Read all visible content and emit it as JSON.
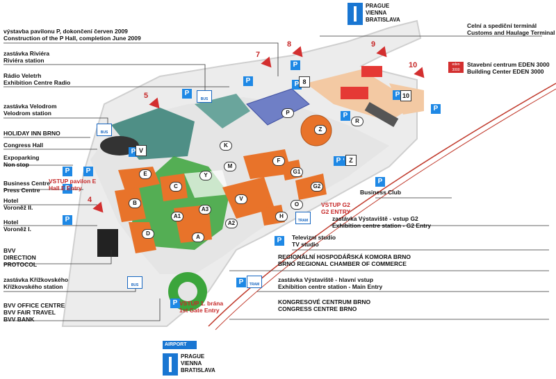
{
  "highway_top": {
    "line1": "PRAGUE",
    "line2": "VIENNA",
    "line3": "BRATISLAVA"
  },
  "highway_bottom": {
    "line1": "PRAGUE",
    "line2": "VIENNA",
    "line3": "BRATISLAVA"
  },
  "airport": "AIRPORT",
  "left_labels": {
    "p_hall": {
      "line1": "výstavba pavilonu P, dokončení červen 2009",
      "line2": "Construction of the P Hall, completion June 2009"
    },
    "riviera": {
      "line1": "zastávka Riviéra",
      "line2": "Riviéra station"
    },
    "radio": {
      "line1": "Rádio Veletrh",
      "line2": "Exhibition Centre Radio"
    },
    "velodrom": {
      "line1": "zastávka Velodrom",
      "line2": "Velodrom station"
    },
    "holiday_inn": "HOLIDAY INN BRNO",
    "congress_hall": "Congress Hall",
    "expoparking": {
      "line1": "Expoparking",
      "line2": "Non stop"
    },
    "business_centre": {
      "line1": "Business Centre",
      "line2": "Press Centre"
    },
    "voronez2": {
      "line1": "Hotel",
      "line2": "Voroněž II."
    },
    "voronez1": {
      "line1": "Hotel",
      "line2": "Voroněž I."
    },
    "direction": {
      "line1": "BVV",
      "line2": "DIRECTION",
      "line3": "PROTOCOL"
    },
    "krizkovskeho": {
      "line1": "zastávka Křížkovského",
      "line2": "Křížkovského station"
    },
    "office_centre": {
      "line1": "BVV OFFICE CENTRE",
      "line2": "BVV FAIR TRAVEL",
      "line3": "BVV BANK"
    }
  },
  "right_labels": {
    "customs": {
      "line1": "Celní a spediční terminál",
      "line2": "Customs and Haulage Terminal"
    },
    "eden": {
      "line1": "Stavební centrum EDEN 3000",
      "line2": "Building Center EDEN 3000"
    },
    "eden_logo": "eden 3000",
    "business_club": "Business Club",
    "vystaviste_g2": {
      "line1": "zastávka Výstaviště - vstup G2",
      "line2": "Exhibition centre station - G2 Entry"
    },
    "tv_studio": {
      "line1": "Televizní studio",
      "line2": "TV studio"
    },
    "chamber": {
      "line1": "REGIONÁLNÍ HOSPODÁŘSKÁ KOMORA BRNO",
      "line2": "BRNO REGIONAL CHAMBER OF COMMERCE"
    },
    "main_entry": {
      "line1": "zastávka Výstaviště - hlavní vstup",
      "line2": "Exhibition centre station - Main Entry"
    },
    "congress_centre": {
      "line1": "KONGRESOVÉ CENTRUM BRNO",
      "line2": "CONGRESS CENTRE BRNO"
    }
  },
  "entries": {
    "pavilon_e": {
      "line1": "VSTUP pavilon E",
      "line2": "Hall E Entry"
    },
    "g2": {
      "line1": "VSTUP G2",
      "line2": "G2 ENTRY"
    },
    "gate1": {
      "line1": "VSTUP 1. brána",
      "line2": "1st Gate Entry"
    }
  },
  "arrow_numbers": [
    "4",
    "5",
    "7",
    "8",
    "9",
    "10"
  ],
  "hall_letters": [
    "P",
    "Z",
    "R",
    "V",
    "E",
    "C",
    "B",
    "A",
    "A1",
    "A2",
    "A3",
    "D",
    "F",
    "G1",
    "G2",
    "H",
    "K",
    "M",
    "O",
    "Y"
  ],
  "parking_labels": [
    "P",
    "P",
    "P",
    "P",
    "P",
    "P",
    "P",
    "P",
    "P",
    "P",
    "P",
    "P",
    "P",
    "P",
    "P",
    "P",
    "P",
    "P"
  ],
  "parking_named": {
    "p8": "8",
    "p10": "10",
    "pz": "Z",
    "pv": "V"
  },
  "stop_labels": {
    "bus": "BUS",
    "tram": "TRAM"
  },
  "colors": {
    "hall_orange": "#e8732a",
    "hall_light": "#f3c9a3",
    "green": "#3ba53b",
    "teal": "#4f8f86",
    "blue_hall": "#6f7fc6",
    "red_block": "#e53935",
    "grey": "#8c8c8c",
    "road": "#e6e6e6",
    "parking_blue": "#1e88e5",
    "arrow_red": "#d32f2f",
    "arrow_blue": "#1565c0"
  }
}
